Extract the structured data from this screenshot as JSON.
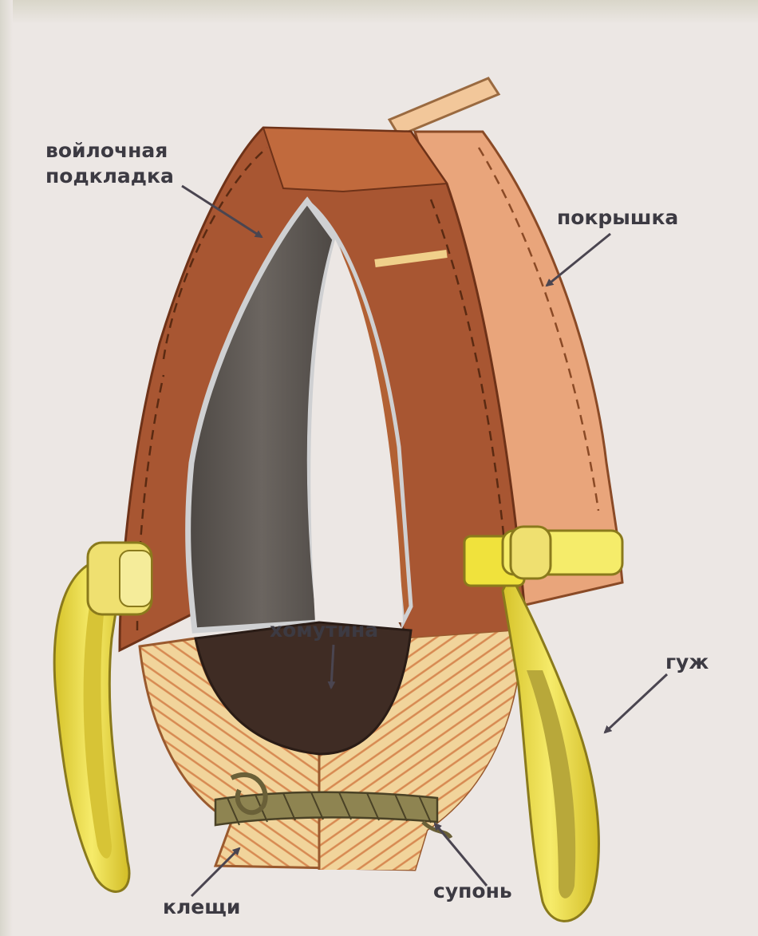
{
  "labels": {
    "felt_lining_line1": "войлочная",
    "felt_lining_line2": "подкладка",
    "cover": "покрышка",
    "collar_frame": "хомутина",
    "tug_loop": "гуж",
    "hame_strap": "супонь",
    "hames": "клещи"
  },
  "colors": {
    "background": "#ece7e4",
    "leather_dark": "#a85632",
    "leather_light": "#e9a57b",
    "felt": "#5b5550",
    "wood": "#f1d49b",
    "wood_grain": "#d78a52",
    "strap": "#f0e23c",
    "rope": "#8e8451",
    "text": "#3c3a42"
  }
}
